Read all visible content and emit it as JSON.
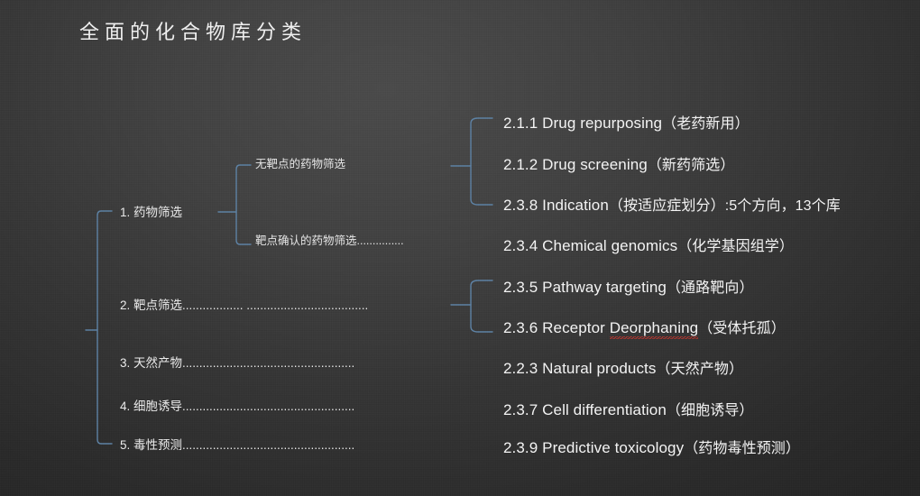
{
  "slide": {
    "title": "全面的化合物库分类",
    "background": {
      "center": "#4a4a4a",
      "edge": "#232323"
    },
    "connector_color": "#5d82a5",
    "text_color": "#f2f2f2",
    "spell_error_color": "#d0342c"
  },
  "tree": {
    "level1": [
      {
        "label": "1. 药物筛选"
      },
      {
        "label": "2. 靶点筛选..................  ...................................."
      },
      {
        "label": "3. 天然产物..................................................."
      },
      {
        "label": "4. 细胞诱导..................................................."
      },
      {
        "label": "5. 毒性预测..................................................."
      }
    ],
    "level2": [
      {
        "label": "无靶点的药物筛选"
      },
      {
        "label": "靶点确认的药物筛选..............."
      }
    ],
    "leaves": [
      {
        "code": "2.1.1",
        "en": "Drug repurposing",
        "cn": "（老药新用）",
        "spell_error": false
      },
      {
        "code": "2.1.2",
        "en": "Drug screening",
        "cn": "（新药筛选）",
        "spell_error": false
      },
      {
        "code": "2.3.8",
        "en": "Indication",
        "cn": "（按适应症划分）:5个方向，13个库",
        "spell_error": false
      },
      {
        "code": "2.3.4",
        "en": "Chemical genomics",
        "cn": "（化学基因组学）",
        "spell_error": false
      },
      {
        "code": "2.3.5",
        "en": "Pathway targeting",
        "cn": "（通路靶向）",
        "spell_error": false
      },
      {
        "code": "2.3.6",
        "en": "Receptor ",
        "en_misspelled": "Deorphaning",
        "cn": "（受体托孤）",
        "spell_error": true
      },
      {
        "code": "2.2.3",
        "en": "Natural products",
        "cn": "（天然产物）",
        "spell_error": false
      },
      {
        "code": "2.3.7",
        "en": "Cell differentiation",
        "cn": "（细胞诱导）",
        "spell_error": false
      },
      {
        "code": "2.3.9",
        "en": "Predictive toxicology",
        "cn": "（药物毒性预测）",
        "spell_error": false
      }
    ]
  }
}
